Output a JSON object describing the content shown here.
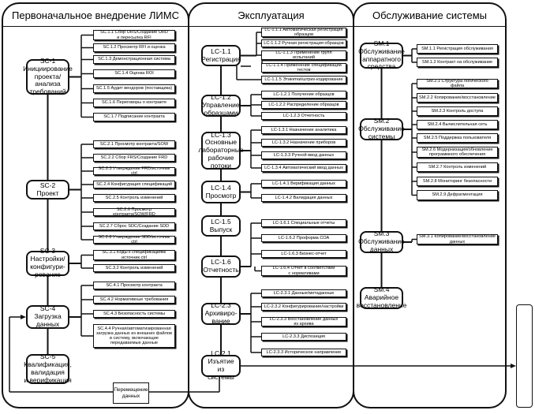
{
  "lanes": {
    "implementation": {
      "title": "Первоначальное внедрение ЛИМС",
      "nodes": [
        {
          "id": "SC-1",
          "label": "SC-1\nИнициирование\nпроекта/анализа\nтребований",
          "children": [
            "SC.1.1 Сбор URS/Создание URD\nи пересылка RFI",
            "SC.1.2 Просмотр RFI и оценка",
            "SC.1.3 Демонстрационная система",
            "SC.1.4 Оценка ROI",
            "SC.1.5 Аудит вендоров (поставщика)",
            "SC.1.6 Переговоры о контракте",
            "SC.1.7 Подписание контракта"
          ]
        },
        {
          "id": "SC-2",
          "label": "SC-2\nПроект",
          "children": [
            "SC.2.1 Просмотр контракта/SOW",
            "SC.2.2 Сбор FRS/Создание FRD",
            "SC.2.3 Утверждение FRD/источник ctrl",
            "SC.2.4 Конфигурация спецификаций",
            "SC.2.5 Контроль изменений",
            "SC.2.6 Просмотр контракта/SOW/FRD",
            "SC.2.7 Сброс SDC/Создание SDD",
            "SC.2.8 Утверждение SDD/источник ctrl"
          ]
        },
        {
          "id": "SC-3",
          "label": "SC-3\nНастройки/\nконфигури-\nрование",
          "children": [
            "SC.3.1 Коды к спецификациям/\nисточник ctrl",
            "SC.3.2 Контроль изменений"
          ]
        },
        {
          "id": "SC-4",
          "label": "SC-4\nЗагрузка\nданных",
          "children": [
            "SC.4.1 Просмотр контракта",
            "SC.4.2 Нормативные требования",
            "SC.4.3 Безопасность системы",
            "SC.4.4 Ручная/автоматизированная\nзагрузка данных из внешних файлов\nв систему, включающие\nпередаваемые данные"
          ]
        },
        {
          "id": "SC-5",
          "label": "SC-5\nКвалификация,\nвалидация\nи верификация",
          "children": []
        }
      ],
      "data_move_label": "Перемещение\nданных"
    },
    "operation": {
      "title": "Эксплуатация",
      "nodes": [
        {
          "id": "LC-1.1",
          "label": "LC-1.1\nРегистрация",
          "children": [
            "LC-1.1.1 Автоматическая регистрация\nобразцов",
            "LC-1.1.2 Ручная регистрация образцов",
            "LC-1.1.3 Применение групп\nиспытаний",
            "LC-1.1.4 Применение спецификаций\nтестов",
            "LC-1.1.5 Этикетки/штрих-кодирование"
          ]
        },
        {
          "id": "LC-1.2",
          "label": "LC-1.2\nУправление\nобразцами",
          "children": [
            "LC-1.2.1 Получение образцов",
            "LC-1.2.2 Распределение образцов",
            "LC-1.2.3 Отчетность"
          ]
        },
        {
          "id": "LC-1.3",
          "label": "LC-1.3\nОсновные\nлабораторные\nрабочие\nпотоки",
          "children": [
            "LC-1.3.1 Назначение аналитика",
            "LC-1.3.2 Назначение приборов",
            "LC-1.3.3 Ручной ввод данных",
            "LC-1.3.4 Автоматический ввод данных"
          ]
        },
        {
          "id": "LC-1.4",
          "label": "LC-1.4\nПросмотр",
          "children": [
            "LC-1.4.1 Верификация данных",
            "LC-1.4.2 Валидация данных"
          ]
        },
        {
          "id": "LC-1.5",
          "label": "LC-1.5\nВыпуск",
          "children": []
        },
        {
          "id": "LC-1.6",
          "label": "LC-1.6\nОтчетность",
          "children": [
            "LC-1.6.1 Специальные отчеты",
            "LC-1.6.2 Проформа СОА",
            "LC-1.6.3 Бизнес-отчет",
            "LC-1.6.4 Отчет в соответствии\nс нормативами"
          ]
        },
        {
          "id": "LC-2.3",
          "label": "LC-2.3\nАрхивиро-\nвание",
          "children": [
            "LC-2.3.1 Данные/метаданные",
            "LC-2.3.2 Конфигурирование/настройки",
            "LC-2.3.3 Восстановление данных\nиз архива",
            "LC-2.3.3 Диспозиция",
            "LC-2.3.3 Историческое направление"
          ]
        },
        {
          "id": "LC-2.1",
          "label": "LC-2.1\nИзъятие\nиз системы",
          "children": []
        }
      ]
    },
    "maintenance": {
      "title": "Обслуживание системы",
      "nodes": [
        {
          "id": "SM.1",
          "label": "SM.1\nОбслуживание\nаппаратного\nсредства",
          "children": [
            "SM.1.1 Регистрация обслуживания",
            "SM.1.2 Контракт на обслуживание"
          ]
        },
        {
          "id": "SM.2",
          "label": "SM.2\nОбслуживание\nсистемы",
          "children": [
            "SM.2.1 Структура логического файла",
            "SM.2.2 Копирование/восстановление",
            "SM.2.3 Контроль доступа",
            "SM.2.4 Вычислительная сеть",
            "SM.2.5 Поддержка пользователя",
            "SM.2.6 Модернизация/обновление\nпрограммного обеспечения",
            "SM.2.7 Контроль изменений",
            "SM.2.8 Мониторинг безопасности",
            "SM.2.9 Дефрагментация"
          ]
        },
        {
          "id": "SM.3",
          "label": "SM.3\nОбслуживание\nданных",
          "children": [
            "SM.3.1 Копирование/восстановление\nданных"
          ]
        },
        {
          "id": "SM.4",
          "label": "SM.4\nАварийное\nвосстановление",
          "children": []
        }
      ]
    }
  }
}
